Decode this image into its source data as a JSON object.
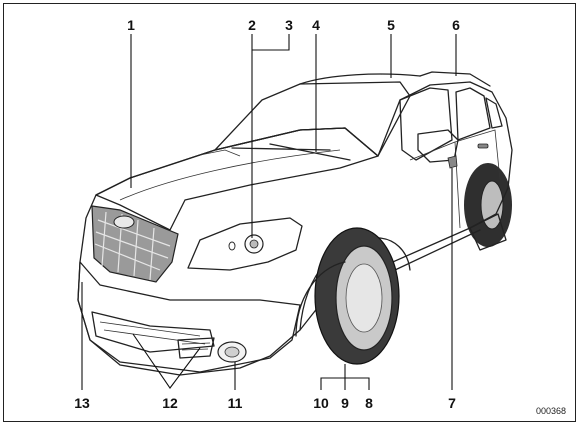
{
  "figure": {
    "callouts": [
      "1",
      "2",
      "3",
      "4",
      "5",
      "6",
      "7",
      "8",
      "9",
      "10",
      "11",
      "12",
      "13"
    ],
    "figure_id": "000368",
    "colors": {
      "body": "#e2e2e2",
      "shade": "#bdbdbd",
      "dark": "#7a7a7a",
      "tire": "#3a3a3a",
      "ink": "#222222"
    }
  }
}
